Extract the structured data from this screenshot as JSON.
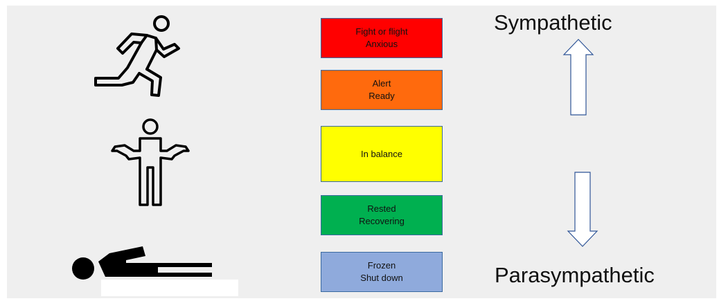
{
  "states": [
    {
      "line1": "Fight or flight",
      "line2": "Anxious",
      "color": "#ff0000"
    },
    {
      "line1": "Alert",
      "line2": "Ready",
      "color": "#ff6a0d"
    },
    {
      "line1": "In balance",
      "line2": "",
      "color": "#ffff00"
    },
    {
      "line1": "Rested",
      "line2": "Recovering",
      "color": "#00b050"
    },
    {
      "line1": "Frozen",
      "line2": "Shut down",
      "color": "#8faadc"
    }
  ],
  "labels": {
    "top": "Sympathetic",
    "bottom": "Parasympathetic"
  },
  "arrows": {
    "top": "up-arrow-icon",
    "bottom": "down-arrow-icon"
  },
  "figures": {
    "top": "running-person-icon",
    "middle": "standing-person-icon",
    "bottom": "lying-person-icon"
  }
}
